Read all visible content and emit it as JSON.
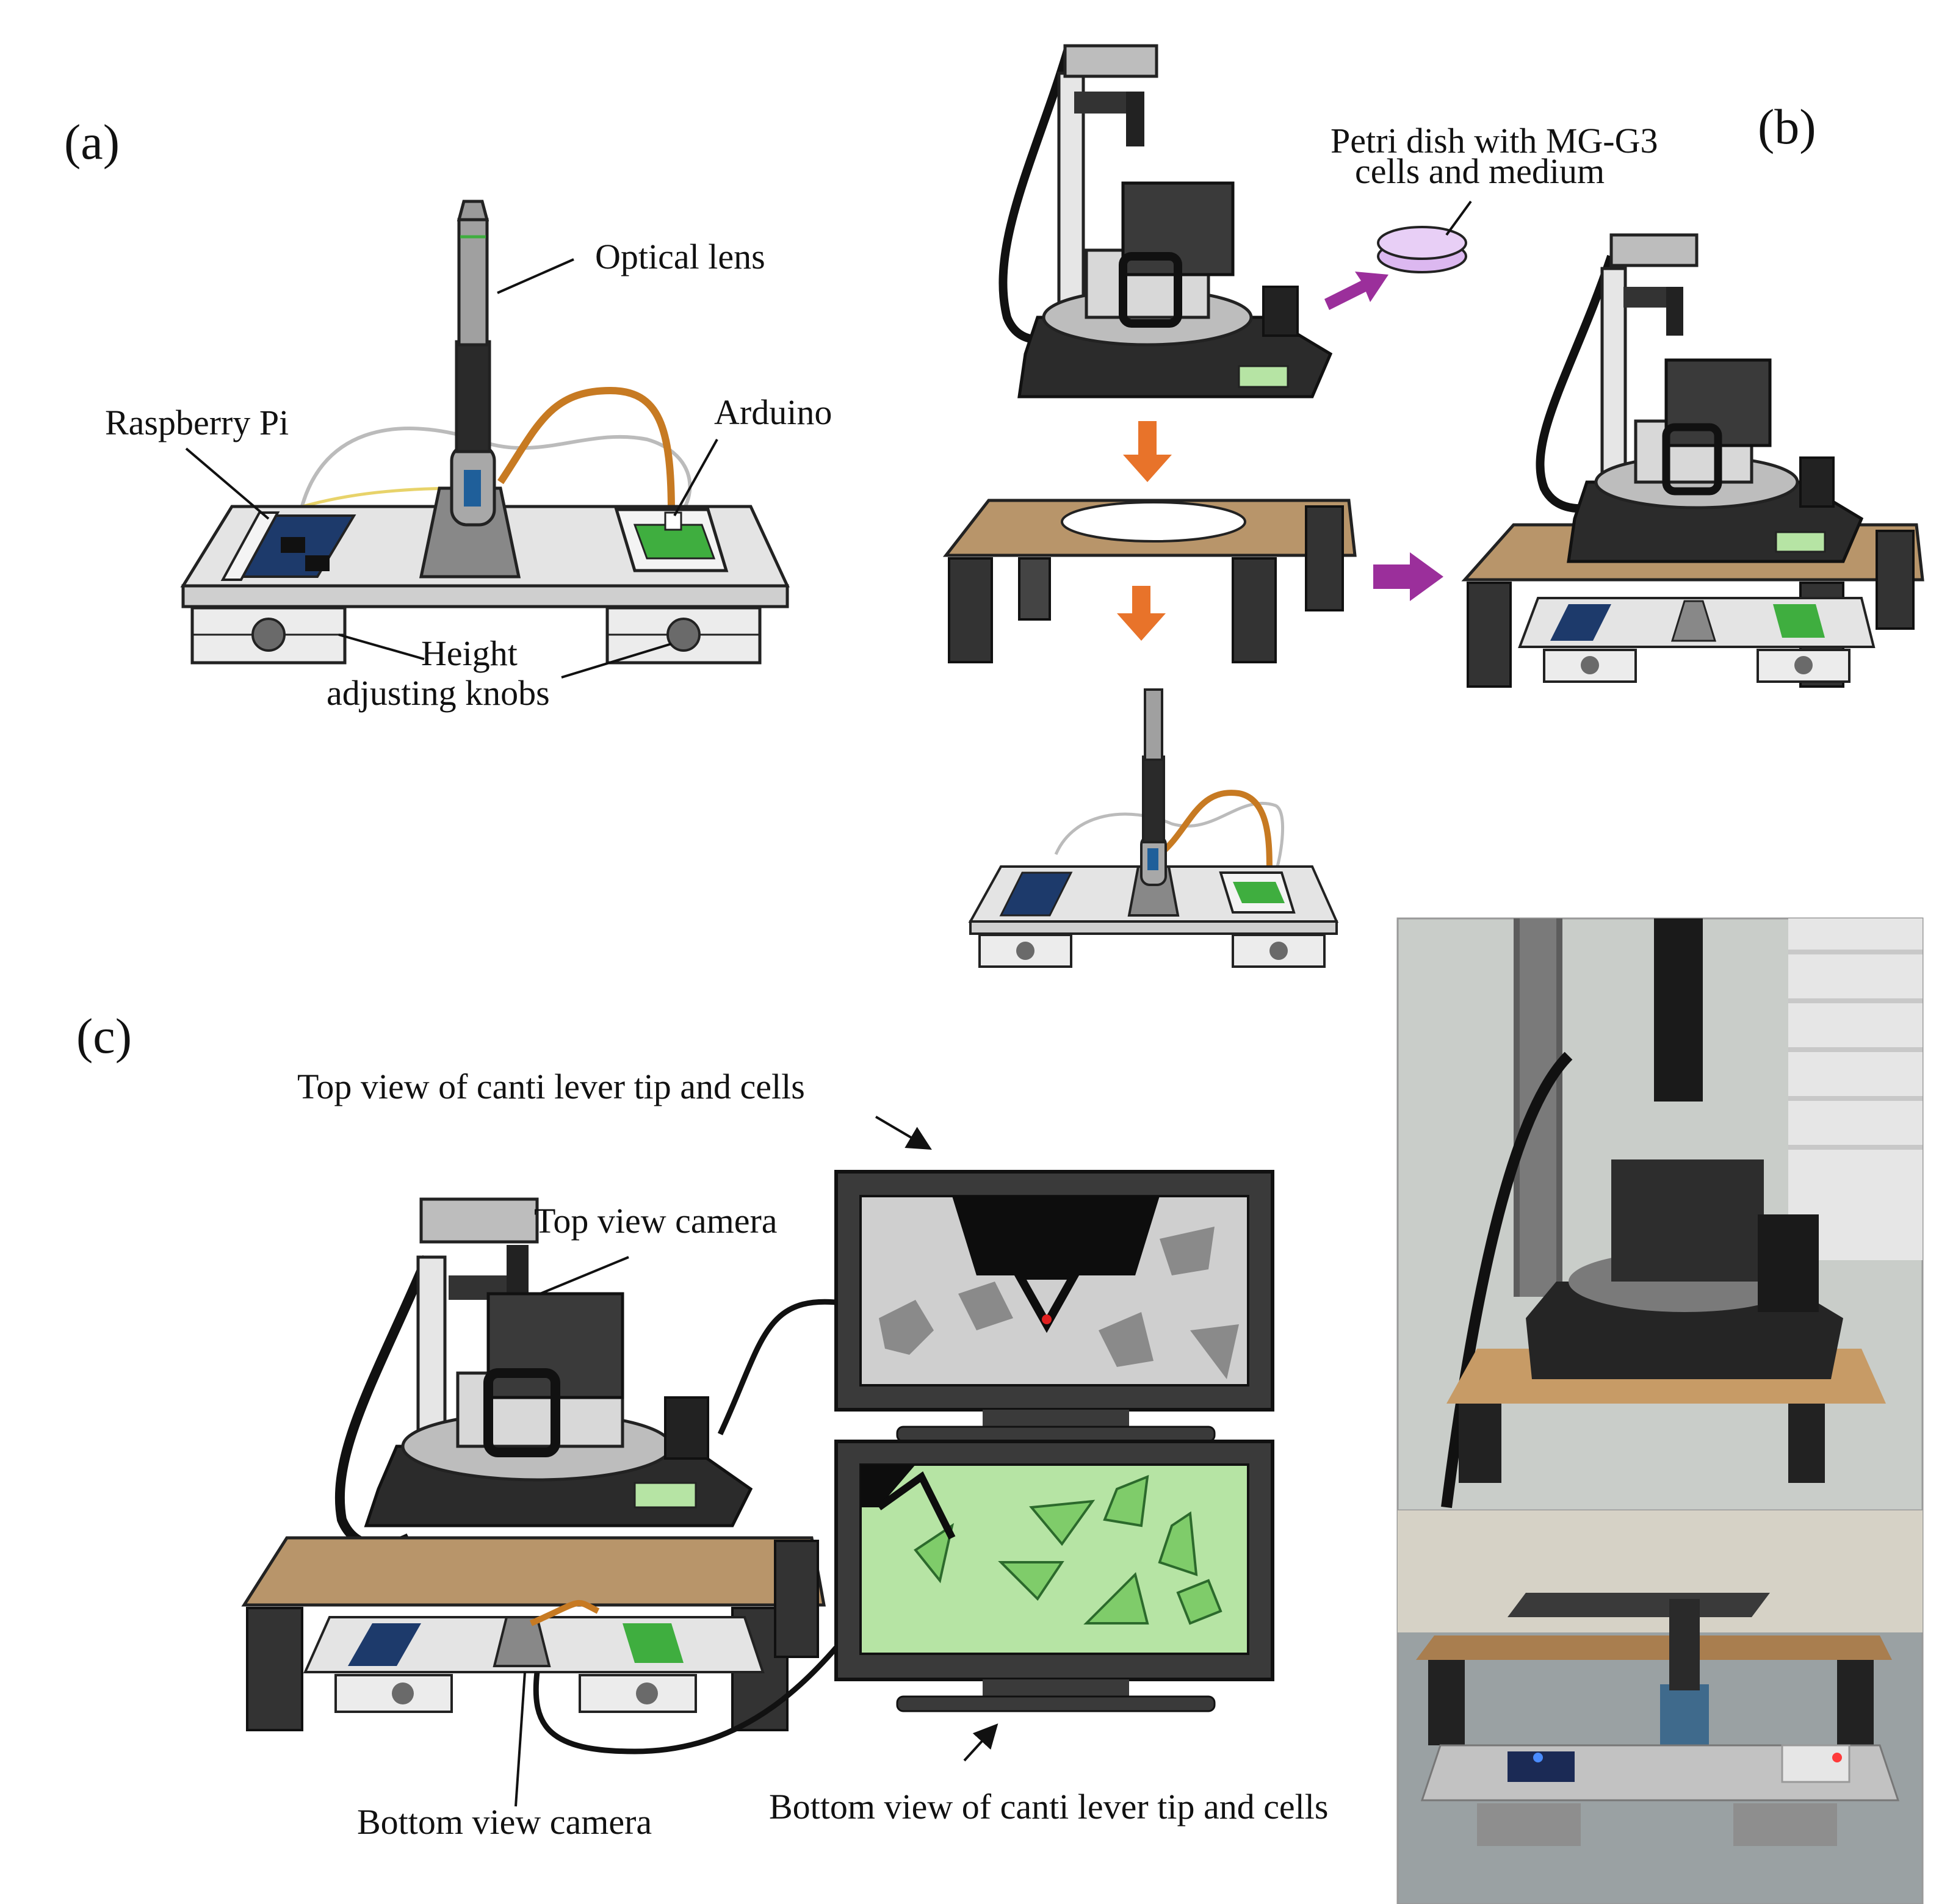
{
  "panels": {
    "a": "(a)",
    "b": "(b)",
    "c": "(c)"
  },
  "labels": {
    "optical_lens": "Optical lens",
    "raspberry_pi": "Raspberry Pi",
    "arduino": "Arduino",
    "height_line1": "Height",
    "height_line2": "adjusting knobs",
    "petri_line1": "Petri dish with MG-G3",
    "petri_line2": "cells and medium",
    "top_view_tip": "Top view of canti lever tip and cells",
    "top_view_camera": "Top view camera",
    "bottom_view_camera": "Bottom view camera",
    "bottom_view_tip": "Bottom view of canti lever tip and cells"
  },
  "colors": {
    "stage_gray": "#d8d8d8",
    "dark": "#2b2b2b",
    "wood": "#b8956a",
    "orange_arrow": "#e8732a",
    "purple_arrow": "#9b2f9b",
    "cable_orange": "#c77a22",
    "green_screen": "#b6e4a4",
    "green_board": "#3fae3f",
    "pi_board": "#1d3a6b",
    "petri": "#dcb8f0"
  }
}
